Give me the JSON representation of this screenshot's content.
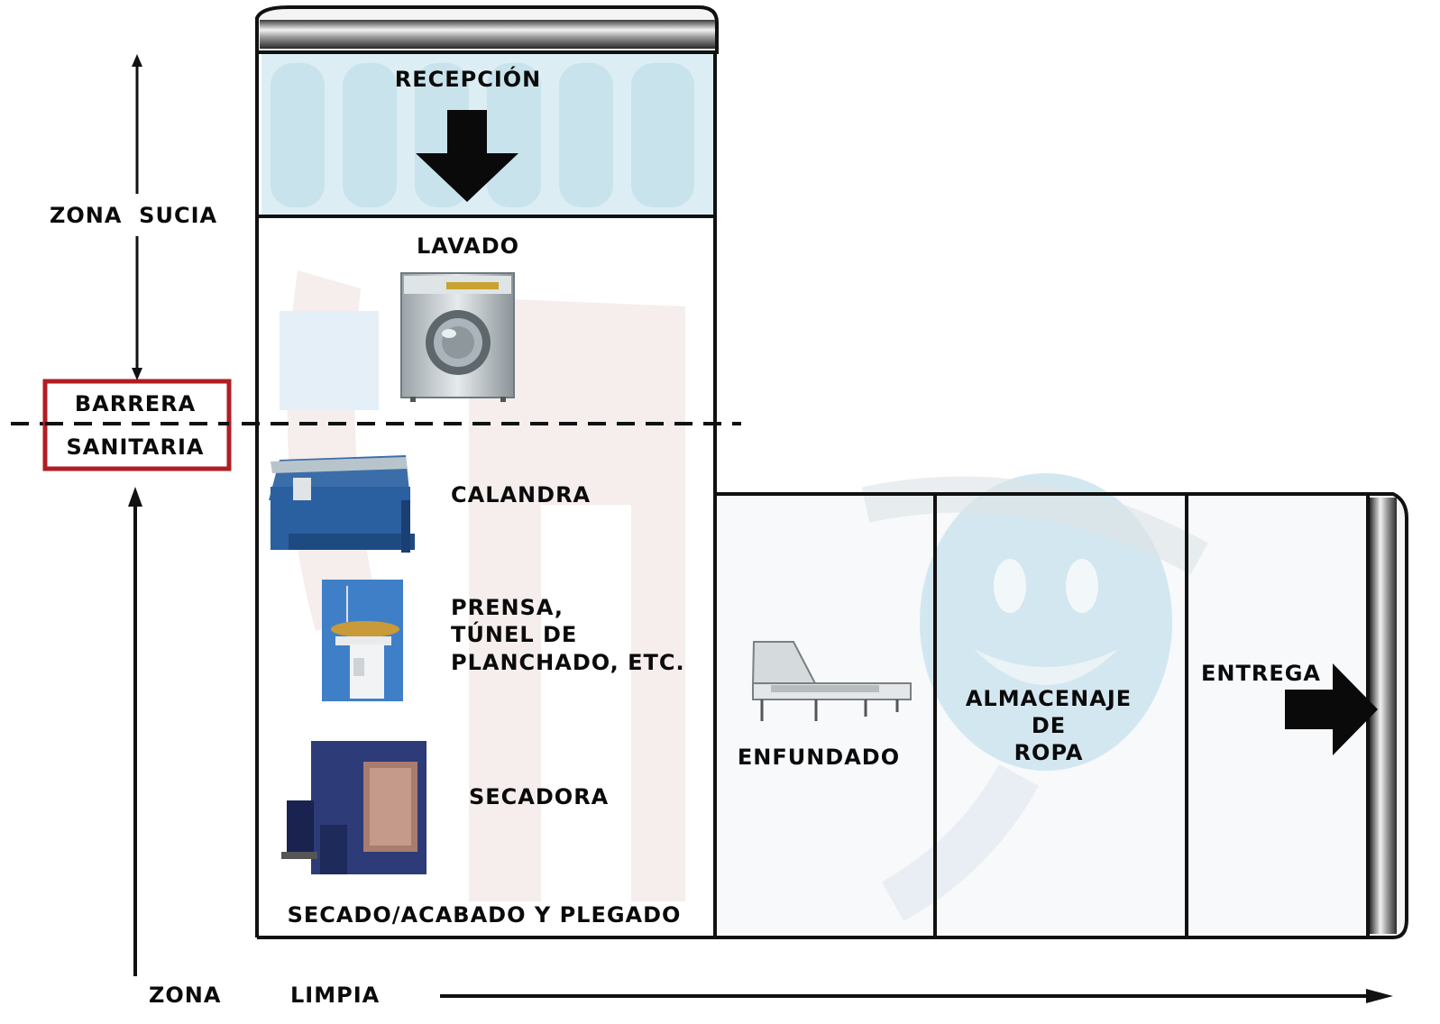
{
  "zones": {
    "dirty_label": "ZONA  SUCIA",
    "clean_label_word1": "ZONA",
    "clean_label_word2": "LIMPIA"
  },
  "barrier": {
    "line1": "BARRERA",
    "line2": "SANITARIA",
    "border_color": "#b01e23"
  },
  "stages": {
    "reception": "RECEPCIÓN",
    "washing": "LAVADO",
    "calender": "CALANDRA",
    "press_line1": "PRENSA,",
    "press_line2": "TÚNEL DE",
    "press_line3": "PLANCHADO, ETC.",
    "dryer": "SECADORA",
    "drying_section": "SECADO/ACABADO Y PLEGADO",
    "bagging": "ENFUNDADO",
    "storage_line1": "ALMACENAJE",
    "storage_line2": "DE",
    "storage_line3": "ROPA",
    "delivery": "ENTREGA"
  },
  "colors": {
    "line": "#111111",
    "bg_blue": "#cfe6ef",
    "bg_red": "#ead6d6",
    "machine_blue": "#2a5fa0",
    "machine_navy": "#2d3b78"
  }
}
